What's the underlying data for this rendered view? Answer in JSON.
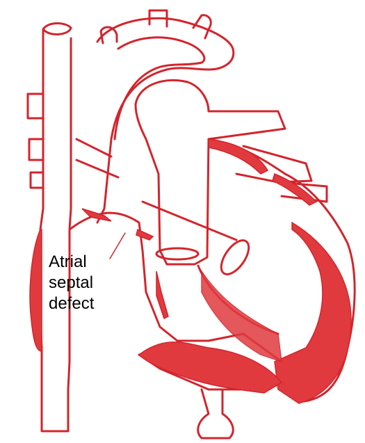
{
  "diagram": {
    "label_lines": [
      "Atrial",
      "septal",
      "defect"
    ],
    "colors": {
      "outline": "#d4242c",
      "fill": "#e03a3f",
      "fill_light": "#f2a0a3",
      "background": "#ffffff",
      "text": "#000000"
    }
  }
}
